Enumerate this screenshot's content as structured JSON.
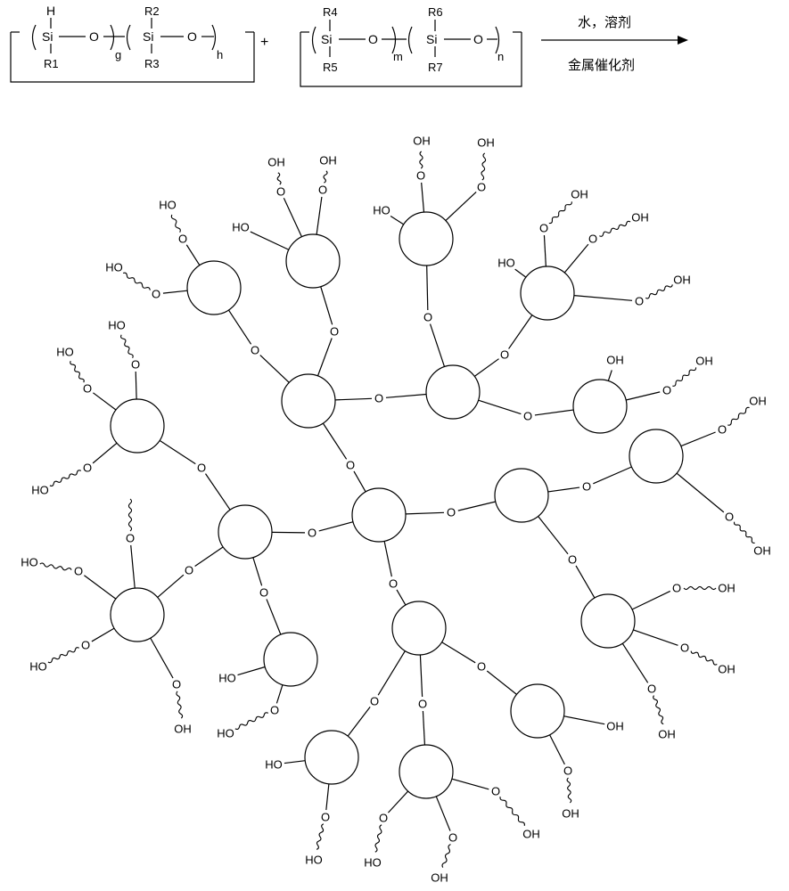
{
  "reaction": {
    "reactant1": {
      "h_label": "H",
      "si_label": "Si",
      "o_label": "O",
      "r1": "R1",
      "r2": "R2",
      "r3": "R3",
      "sub_g": "g",
      "sub_h": "h"
    },
    "plus": "+",
    "reactant2": {
      "si_label": "Si",
      "o_label": "O",
      "r4": "R4",
      "r5": "R5",
      "r6": "R6",
      "r7": "R7",
      "sub_m": "m",
      "sub_n": "n"
    },
    "arrow_top": "水，溶剂",
    "arrow_bottom": "金属催化剂"
  },
  "product": {
    "oxygen_label": "O",
    "hydroxyl_label": "HO",
    "hydroxyl_label_alt": "OH"
  }
}
